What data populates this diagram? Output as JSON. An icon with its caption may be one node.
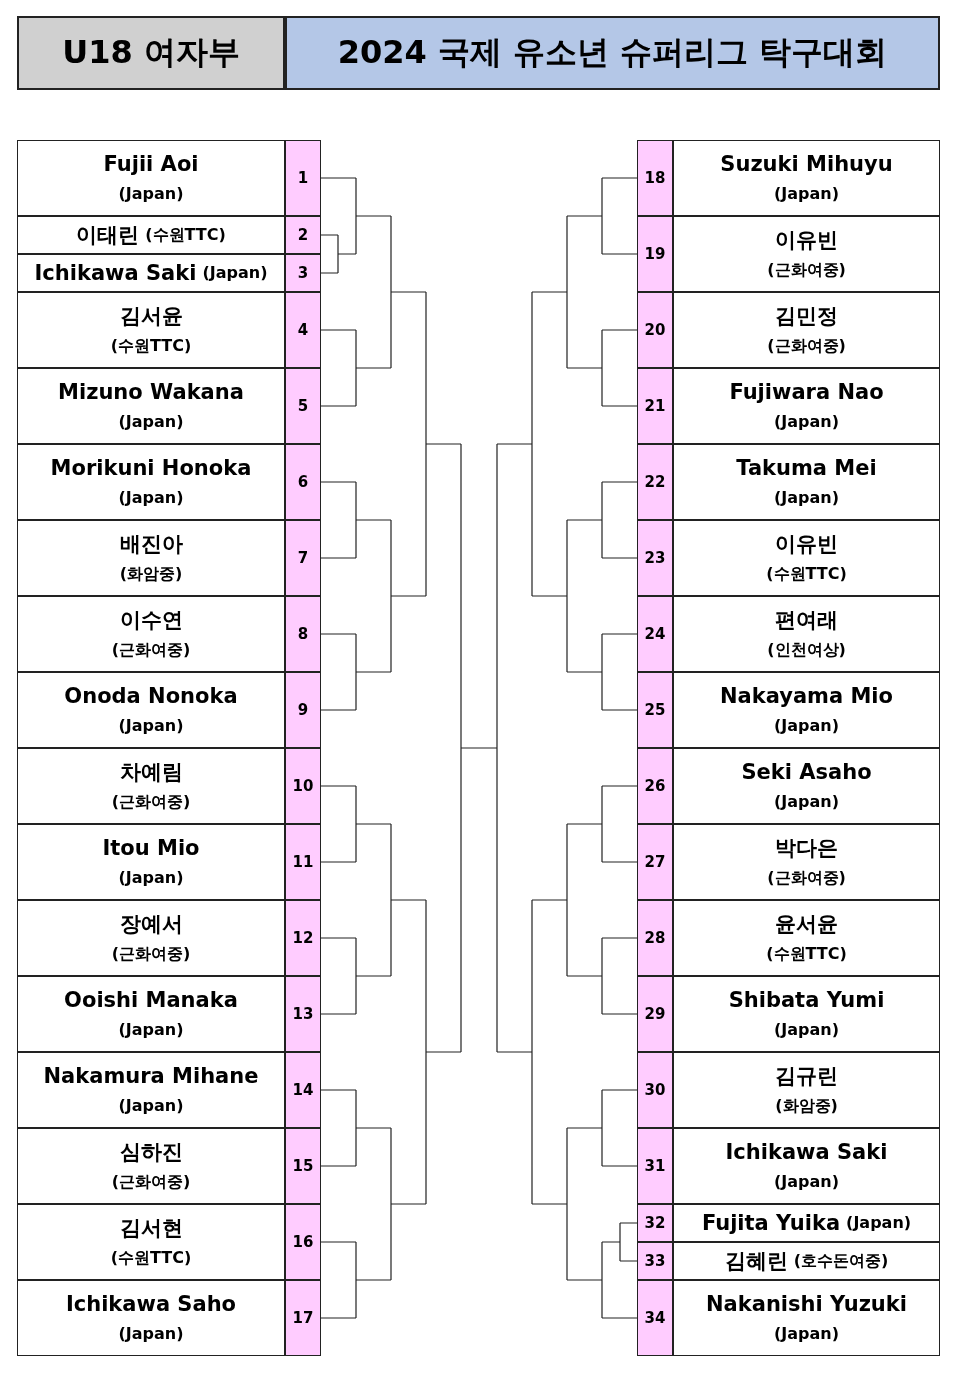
{
  "diagram": {
    "nodes": [
      {
        "text": [
          "U18 여자부"
        ]
      },
      {
        "text": [
          "2024 국제 유소년 슈퍼리그 탁구대회"
        ]
      },
      {
        "text": [
          "Fujii Aoi",
          "(Japan)"
        ]
      },
      {
        "text": [
          "1"
        ]
      },
      {
        "text": [
          "이태린",
          "(수원TTC)"
        ]
      },
      {
        "text": [
          "2"
        ]
      },
      {
        "text": [
          "Ichikawa Saki",
          "(Japan)"
        ]
      },
      {
        "text": [
          "3"
        ]
      },
      {
        "text": [
          "김서윤",
          "(수원TTC)"
        ]
      },
      {
        "text": [
          "4"
        ]
      },
      {
        "text": [
          "Mizuno Wakana",
          "(Japan)"
        ]
      },
      {
        "text": [
          "5"
        ]
      },
      {
        "text": [
          "Morikuni Honoka",
          "(Japan)"
        ]
      },
      {
        "text": [
          "6"
        ]
      },
      {
        "text": [
          "배진아",
          "(화암중)"
        ]
      },
      {
        "text": [
          "7"
        ]
      },
      {
        "text": [
          "이수연",
          "(근화여중)"
        ]
      },
      {
        "text": [
          "8"
        ]
      },
      {
        "text": [
          "Onoda Nonoka",
          "(Japan)"
        ]
      },
      {
        "text": [
          "9"
        ]
      },
      {
        "text": [
          "차예림",
          "(근화여중)"
        ]
      },
      {
        "text": [
          "10"
        ]
      },
      {
        "text": [
          "Itou Mio",
          "(Japan)"
        ]
      },
      {
        "text": [
          "11"
        ]
      },
      {
        "text": [
          "장예서",
          "(근화여중)"
        ]
      },
      {
        "text": [
          "12"
        ]
      },
      {
        "text": [
          "Ooishi Manaka",
          "(Japan)"
        ]
      },
      {
        "text": [
          "13"
        ]
      },
      {
        "text": [
          "Nakamura Mihane",
          "(Japan)"
        ]
      },
      {
        "text": [
          "14"
        ]
      },
      {
        "text": [
          "심하진",
          "(근화여중)"
        ]
      },
      {
        "text": [
          "15"
        ]
      },
      {
        "text": [
          "김서현",
          "(수원TTC)"
        ]
      },
      {
        "text": [
          "16"
        ]
      },
      {
        "text": [
          "Ichikawa Saho",
          "(Japan)"
        ]
      },
      {
        "text": [
          "17"
        ]
      },
      {
        "text": [
          "18"
        ]
      },
      {
        "text": [
          "Suzuki Mihuyu",
          "(Japan)"
        ]
      },
      {
        "text": [
          "19"
        ]
      },
      {
        "text": [
          "이유빈",
          "(근화여중)"
        ]
      },
      {
        "text": [
          "20"
        ]
      },
      {
        "text": [
          "김민정",
          "(근화여중)"
        ]
      },
      {
        "text": [
          "21"
        ]
      },
      {
        "text": [
          "Fujiwara Nao",
          "(Japan)"
        ]
      },
      {
        "text": [
          "22"
        ]
      },
      {
        "text": [
          "Takuma Mei",
          "(Japan)"
        ]
      },
      {
        "text": [
          "23"
        ]
      },
      {
        "text": [
          "이유빈",
          "(수원TTC)"
        ]
      },
      {
        "text": [
          "24"
        ]
      },
      {
        "text": [
          "편여래",
          "(인천여상)"
        ]
      },
      {
        "text": [
          "25"
        ]
      },
      {
        "text": [
          "Nakayama Mio",
          "(Japan)"
        ]
      },
      {
        "text": [
          "26"
        ]
      },
      {
        "text": [
          "Seki Asaho",
          "(Japan)"
        ]
      },
      {
        "text": [
          "27"
        ]
      },
      {
        "text": [
          "박다은",
          "(근화여중)"
        ]
      },
      {
        "text": [
          "28"
        ]
      },
      {
        "text": [
          "윤서윤",
          "(수원TTC)"
        ]
      },
      {
        "text": [
          "29"
        ]
      },
      {
        "text": [
          "Shibata Yumi",
          "(Japan)"
        ]
      },
      {
        "text": [
          "30"
        ]
      },
      {
        "text": [
          "김규린",
          "(화암중)"
        ]
      },
      {
        "text": [
          "31"
        ]
      },
      {
        "text": [
          "Ichikawa Saki",
          "(Japan)"
        ]
      },
      {
        "text": [
          "32"
        ]
      },
      {
        "text": [
          "Fujita Yuika",
          "(Japan)"
        ]
      },
      {
        "text": [
          "33"
        ]
      },
      {
        "text": [
          "김혜린",
          "(호수돈여중)"
        ]
      },
      {
        "text": [
          "34"
        ]
      },
      {
        "text": [
          "Nakanishi Yuzuki",
          "(Japan)"
        ]
      }
    ]
  }
}
